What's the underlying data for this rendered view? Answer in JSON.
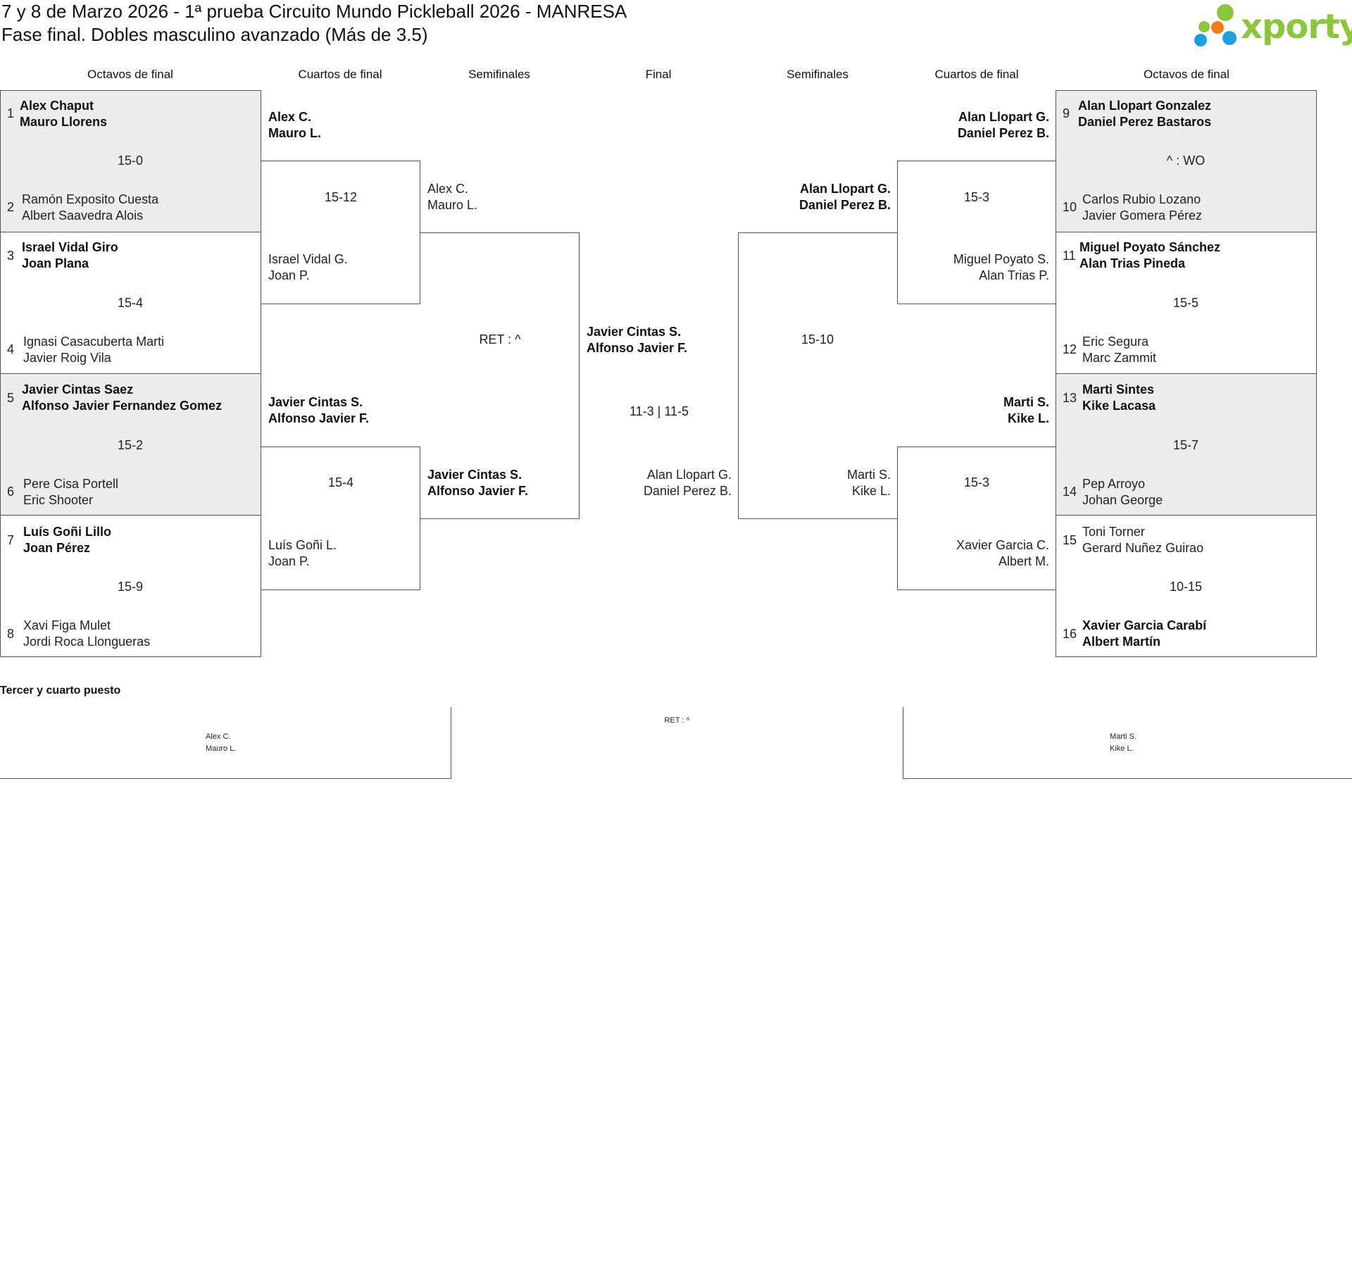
{
  "header": {
    "title_line1": "7 y 8 de Marzo 2026 - 1ª prueba Circuito Mundo Pickleball 2026 - MANRESA",
    "title_line2": "Fase final. Dobles masculino avanzado (Más de 3.5)",
    "logo_text": "xporty",
    "logo_colors": [
      "#8cc63f",
      "#f07c1c",
      "#1ea0e0"
    ]
  },
  "columns": [
    "Octavos de final",
    "Cuartos de final",
    "Semifinales",
    "Final",
    "Semifinales",
    "Cuartos de final",
    "Octavos de final"
  ],
  "left": {
    "r16": [
      {
        "seed_a": "1",
        "a1": "Alex Chaput",
        "a2": "Mauro Llorens",
        "score": "15-0",
        "seed_b": "2",
        "b1": "Ramón Exposito Cuesta",
        "b2": "Albert Saavedra Alois"
      },
      {
        "seed_a": "3",
        "a1": "Israel Vidal Giro",
        "a2": "Joan Plana",
        "score": "15-4",
        "seed_b": "4",
        "b1": "Ignasi Casacuberta Marti",
        "b2": "Javier Roig Vila"
      },
      {
        "seed_a": "5",
        "a1": "Javier Cintas Saez",
        "a2": "Alfonso Javier Fernandez Gomez",
        "score": "15-2",
        "seed_b": "6",
        "b1": "Pere Cisa Portell",
        "b2": "Eric Shooter"
      },
      {
        "seed_a": "7",
        "a1": "Luís Goñi Lillo",
        "a2": "Joan Pérez",
        "score": "15-9",
        "seed_b": "8",
        "b1": "Xavi Figa Mulet",
        "b2": "Jordi Roca Llongueras"
      }
    ],
    "qf": [
      {
        "a1": "Alex C.",
        "a2": "Mauro L.",
        "score": "15-12",
        "b1": "Israel Vidal G.",
        "b2": "Joan P."
      },
      {
        "a1": "Javier Cintas S.",
        "a2": "Alfonso Javier F.",
        "score": "15-4",
        "b1": "Luís Goñi L.",
        "b2": "Joan P."
      }
    ],
    "sf": {
      "a1": "Alex C.",
      "a2": "Mauro L.",
      "score": "RET : ^",
      "b1": "Javier Cintas S.",
      "b2": "Alfonso Javier F."
    }
  },
  "final": {
    "a1": "Javier Cintas S.",
    "a2": "Alfonso Javier F.",
    "score": "11-3 | 11-5",
    "b1": "Alan Llopart G.",
    "b2": "Daniel Perez B."
  },
  "right": {
    "sf": {
      "a1": "Alan Llopart G.",
      "a2": "Daniel Perez B.",
      "score": "15-10",
      "b1": "Marti S.",
      "b2": "Kike L."
    },
    "qf": [
      {
        "a1": "Alan Llopart G.",
        "a2": "Daniel Perez B.",
        "score": "15-3",
        "b1": "Miguel Poyato S.",
        "b2": "Alan Trias P."
      },
      {
        "a1": "Marti S.",
        "a2": "Kike L.",
        "score": "15-3",
        "b1": "Xavier Garcia C.",
        "b2": "Albert M."
      }
    ],
    "r16": [
      {
        "seed_a": "9",
        "a1": "Alan Llopart Gonzalez",
        "a2": "Daniel Perez Bastaros",
        "score": "^ : WO",
        "seed_b": "10",
        "b1": "Carlos Rubio Lozano",
        "b2": "Javier Gomera Pérez"
      },
      {
        "seed_a": "11",
        "a1": "Miguel Poyato Sánchez",
        "a2": "Alan Trias Pineda",
        "score": "15-5",
        "seed_b": "12",
        "b1": "Eric Segura",
        "b2": "Marc Zammit"
      },
      {
        "seed_a": "13",
        "a1": "Marti Sintes",
        "a2": "Kike Lacasa",
        "score": "15-7",
        "seed_b": "14",
        "b1": "Pep Arroyo",
        "b2": "Johan George"
      },
      {
        "seed_a": "15",
        "a1": "Toni Torner",
        "a2": "Gerard Nuñez Guirao",
        "score": "10-15",
        "seed_b": "16",
        "b1": "Xavier Garcia Carabí",
        "b2": "Albert Martín"
      }
    ]
  },
  "third_place": {
    "label": "Tercer y cuarto puesto",
    "a1": "Alex C.",
    "a2": "Mauro L.",
    "score": "RET : ^",
    "b1": "Marti S.",
    "b2": "Kike L."
  }
}
